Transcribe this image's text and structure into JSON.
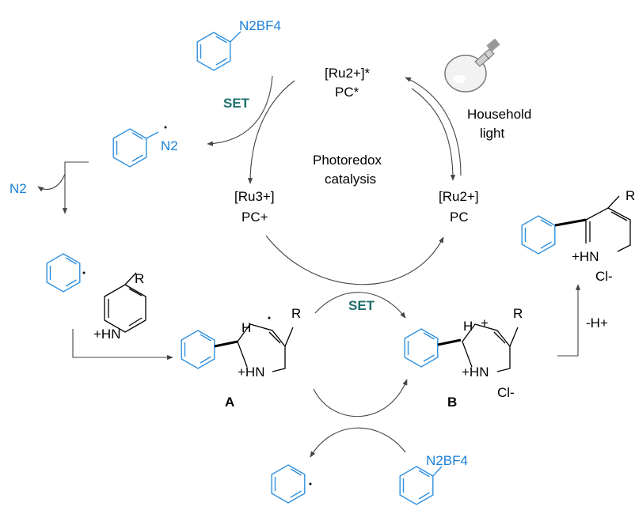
{
  "cycle": {
    "center_line1": "Photoredox",
    "center_line2": "catalysis",
    "ru_excited": "[Ru2+]*",
    "pc_excited": "PC*",
    "ru_reduced_state": "[Ru2+]",
    "pc_ground": "PC",
    "ru_oxidized": "[Ru3+]",
    "pc_oxidized": "PC+"
  },
  "light": {
    "line1": "Household",
    "line2": "light"
  },
  "set_top": "SET",
  "set_mid": "SET",
  "diazonium_top": "N2BF4",
  "diazonium_bottom": "N2BF4",
  "aryl_diazenyl_n2": "N2",
  "n2_released": "N2",
  "pyridinium_r": "R",
  "pyridinium_hn": "+HN",
  "intermediate_a": {
    "label": "A",
    "h": "H",
    "r": "R",
    "hn": "+HN"
  },
  "intermediate_b": {
    "label": "B",
    "h": "H",
    "r": "R",
    "hn": "+HN",
    "cl": "Cl-"
  },
  "product": {
    "r": "R",
    "hn": "+HN",
    "cl": "Cl-"
  },
  "deprotonation": "-H+",
  "colors": {
    "reagent_blue": "#1a7fd6",
    "set_teal": "#1f6e6e"
  }
}
